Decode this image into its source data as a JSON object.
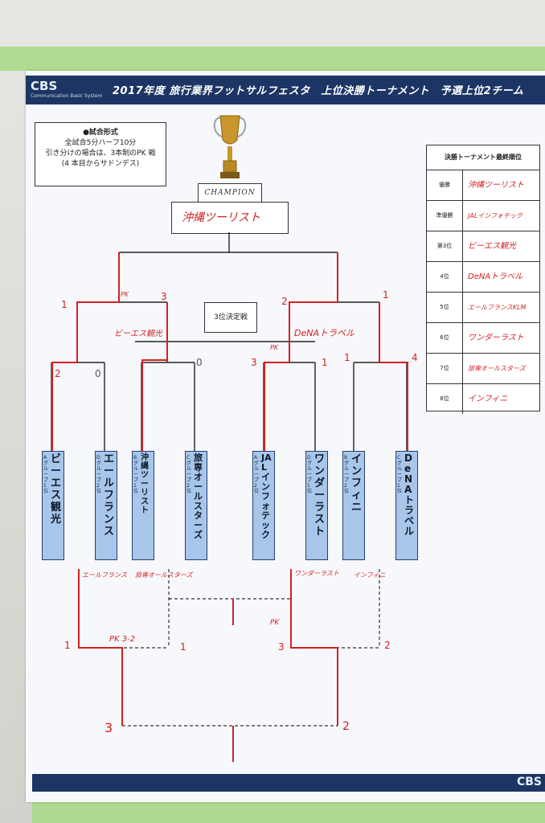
{
  "banner": {
    "logo": "CBS",
    "sub": "Communication Basic System",
    "title": "2017年度 旅行業界フットサルフェスタ　上位決勝トーナメント　予選上位2チーム"
  },
  "footer": {
    "logo": "CBS"
  },
  "rules": {
    "heading": "●試合形式",
    "line1": "全試合5分ハーフ10分",
    "line2": "引き分けの場合は、3本制のPK 戦",
    "line3": "(4 本目からサドンデス)"
  },
  "champion": {
    "label": "CHAMPION",
    "winner": "沖縄ツーリスト"
  },
  "third_place": {
    "label": "3位決定戦"
  },
  "ranking": {
    "title": "決勝トーナメント最終順位",
    "rows": [
      {
        "place": "優勝",
        "team": "沖縄ツーリスト"
      },
      {
        "place": "準優勝",
        "team": "JALインフォテック"
      },
      {
        "place": "第3位",
        "team": "ビーエス観光"
      },
      {
        "place": "4位",
        "team": "DeNAトラベル"
      },
      {
        "place": "5位",
        "team": "エールフランスKLM"
      },
      {
        "place": "6位",
        "team": "ワンダーラスト"
      },
      {
        "place": "7位",
        "team": "旅専オールスターズ"
      },
      {
        "place": "8位",
        "team": "インフィニ"
      }
    ]
  },
  "teams": [
    {
      "group": "Aグループ1位",
      "name": "ビーエス観光"
    },
    {
      "group": "Dグループ2位",
      "name": "エールフランス"
    },
    {
      "group": "Bグループ1位",
      "name": "沖縄ツーリスト"
    },
    {
      "group": "Cグループ2位",
      "name": "旅専オールスターズ"
    },
    {
      "group": "Aグループ2位",
      "name": "JALインフォテック"
    },
    {
      "group": "Dグループ1位",
      "name": "ワンダーラスト"
    },
    {
      "group": "Bグループ2位",
      "name": "インフィニ"
    },
    {
      "group": "Cグループ1位",
      "name": "DeNAトラベル"
    }
  ],
  "handwritten": {
    "semi_left_winner": "ビーエス観光",
    "semi_right_winner": "DeNAトラベル",
    "pk_mark": "PK",
    "pk_score": "PK 3-2",
    "lower_left_a": "エールフランス",
    "lower_left_b": "旅専オールスターズ",
    "lower_right_a": "ワンダーラスト",
    "lower_right_b": "インフィニ",
    "scores": {
      "r1_1a": "2",
      "r1_1b": "0",
      "r1_2b": "0",
      "r1_3a": "3",
      "r1_3b": "1",
      "r1_4a": "1",
      "r1_4b": "4",
      "sf_l_a": "1",
      "sf_l_b": "3",
      "sf_r_a": "2",
      "sf_r_b": "1",
      "lo_l_a": "1",
      "lo_l_b": "1",
      "lo_r_a": "3",
      "lo_r_b": "2",
      "lo_f_a": "3",
      "lo_f_b": "2"
    }
  },
  "colors": {
    "navy": "#1d3564",
    "team_box": "#a7c6ea",
    "ink_red": "#d42020"
  }
}
